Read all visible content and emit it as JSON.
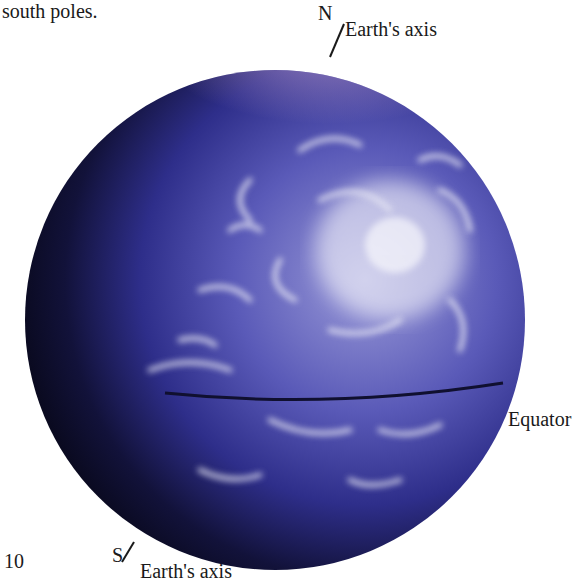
{
  "diagram": {
    "labels": [
      "south poles.",
      "N",
      "Earth's axis",
      "Equator",
      "10",
      "S",
      "Earth's axis"
    ]
  }
}
